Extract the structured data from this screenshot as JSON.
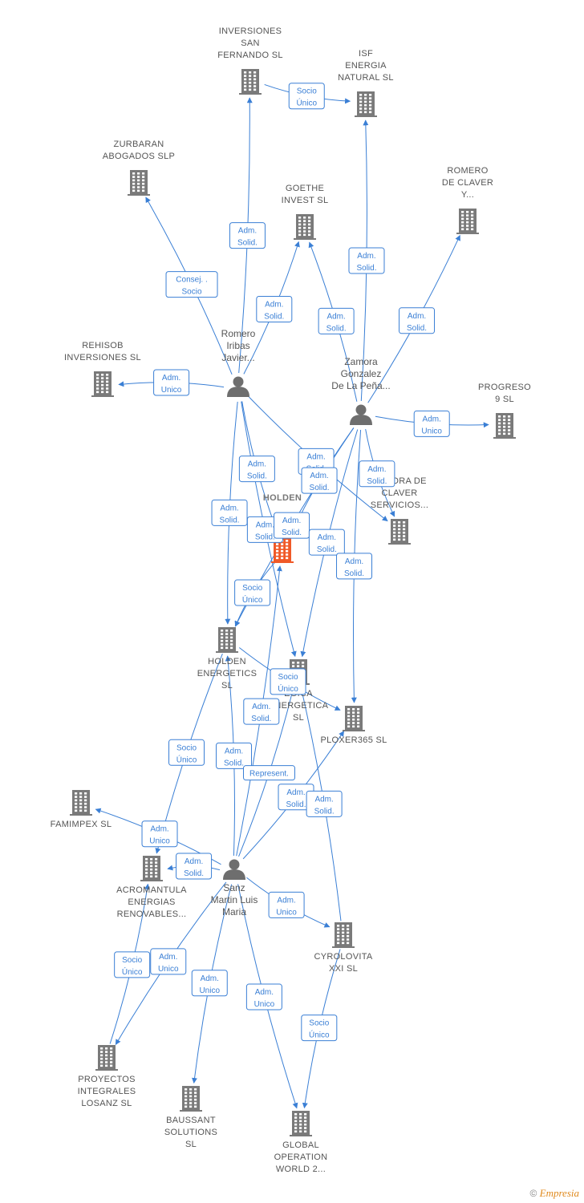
{
  "colors": {
    "edge": "#3a7fd5",
    "building": "#7a7a7a",
    "focus": "#f05a28",
    "person": "#6e6e6e"
  },
  "nodes": [
    {
      "id": "inv_san_fernando",
      "type": "company",
      "lines": [
        "INVERSIONES",
        "SAN",
        "FERNANDO SL"
      ]
    },
    {
      "id": "isf",
      "type": "company",
      "lines": [
        "ISF",
        "ENERGIA",
        "NATURAL  SL"
      ]
    },
    {
      "id": "zurbaran",
      "type": "company",
      "lines": [
        "ZURBARAN",
        "ABOGADOS  SLP"
      ]
    },
    {
      "id": "goethe",
      "type": "company",
      "lines": [
        "GOETHE",
        "INVEST  SL"
      ]
    },
    {
      "id": "romero_claver",
      "type": "company",
      "lines": [
        "ROMERO",
        "DE CLAVER",
        "Y..."
      ]
    },
    {
      "id": "rehisob",
      "type": "company",
      "lines": [
        "REHISOB",
        "INVERSIONES SL"
      ]
    },
    {
      "id": "romero_iribas",
      "type": "person",
      "lines": [
        "Romero",
        "Iribas",
        "Javier..."
      ]
    },
    {
      "id": "zamora",
      "type": "person",
      "lines": [
        "Zamora",
        "Gonzalez",
        "De La Peña..."
      ]
    },
    {
      "id": "progreso",
      "type": "company",
      "lines": [
        "PROGRESO",
        "9  SL"
      ]
    },
    {
      "id": "zamora_claver",
      "type": "company",
      "lines": [
        "ZAMORA DE",
        "CLAVER",
        "SERVICIOS..."
      ]
    },
    {
      "id": "holden_main",
      "type": "focus",
      "lines": [
        "HOLDEN"
      ]
    },
    {
      "id": "holden_energetics",
      "type": "company",
      "lines": [
        "HOLDEN",
        "ENERGETICS",
        "SL"
      ]
    },
    {
      "id": "egica",
      "type": "company",
      "lines": [
        "EGICA",
        "ENERGETICA",
        "SL"
      ]
    },
    {
      "id": "ploxer",
      "type": "company",
      "lines": [
        "PLOXER365  SL"
      ]
    },
    {
      "id": "famimpex",
      "type": "company",
      "lines": [
        "FAMIMPEX  SL"
      ]
    },
    {
      "id": "acromantula",
      "type": "company",
      "lines": [
        "ACROMANTULA",
        "ENERGIAS",
        "RENOVABLES..."
      ]
    },
    {
      "id": "sanz",
      "type": "person",
      "lines": [
        "Sanz",
        "Martin Luis",
        "Maria"
      ]
    },
    {
      "id": "cyrolovita",
      "type": "company",
      "lines": [
        "CYROLOVITA",
        "XXI  SL"
      ]
    },
    {
      "id": "proyectos",
      "type": "company",
      "lines": [
        "PROYECTOS",
        "INTEGRALES",
        "LOSANZ SL"
      ]
    },
    {
      "id": "baussant",
      "type": "company",
      "lines": [
        "BAUSSANT",
        "SOLUTIONS",
        "SL"
      ]
    },
    {
      "id": "global",
      "type": "company",
      "lines": [
        "GLOBAL",
        "OPERATION",
        "WORLD 2..."
      ]
    }
  ],
  "edges": [
    {
      "from": "inv_san_fernando",
      "to": "isf",
      "label": [
        "Socio",
        "Único"
      ]
    },
    {
      "from": "romero_iribas",
      "to": "inv_san_fernando",
      "label": [
        "Adm.",
        "Solid."
      ]
    },
    {
      "from": "romero_iribas",
      "to": "zurbaran",
      "label": [
        "Consej. .",
        "Socio"
      ]
    },
    {
      "from": "romero_iribas",
      "to": "goethe",
      "label": [
        "Adm.",
        "Solid."
      ]
    },
    {
      "from": "zamora",
      "to": "goethe",
      "label": [
        "Adm.",
        "Solid."
      ]
    },
    {
      "from": "zamora",
      "to": "isf",
      "label": [
        "Adm.",
        "Solid."
      ]
    },
    {
      "from": "zamora",
      "to": "romero_claver",
      "label": [
        "Adm.",
        "Solid."
      ]
    },
    {
      "from": "romero_iribas",
      "to": "rehisob",
      "label": [
        "Adm.",
        "Unico"
      ]
    },
    {
      "from": "zamora",
      "to": "progreso",
      "label": [
        "Adm.",
        "Unico"
      ]
    },
    {
      "from": "romero_iribas",
      "to": "holden_main",
      "label": [
        "Adm.",
        "Solid."
      ]
    },
    {
      "from": "romero_iribas",
      "to": "zamora_claver",
      "label": [
        "Adm.",
        "Solid."
      ]
    },
    {
      "from": "zamora",
      "to": "holden_main",
      "label": [
        "Adm.",
        "Solid."
      ]
    },
    {
      "from": "zamora",
      "to": "zamora_claver",
      "label": [
        "Adm.",
        "Solid."
      ]
    },
    {
      "from": "romero_iribas",
      "to": "holden_energetics",
      "label": [
        "Adm.",
        "Solid."
      ]
    },
    {
      "from": "romero_iribas",
      "to": "egica",
      "label": [
        "Adm.",
        "Solid."
      ]
    },
    {
      "from": "zamora",
      "to": "holden_energetics",
      "label": [
        "Adm.",
        "Solid."
      ]
    },
    {
      "from": "zamora",
      "to": "egica",
      "label": [
        "Adm.",
        "Solid."
      ]
    },
    {
      "from": "zamora",
      "to": "ploxer",
      "label": [
        "Adm.",
        "Solid."
      ]
    },
    {
      "from": "holden_main",
      "to": "holden_energetics",
      "label": [
        "Socio",
        "Único"
      ]
    },
    {
      "from": "holden_energetics",
      "to": "ploxer",
      "label": [
        "Socio",
        "Único"
      ]
    },
    {
      "from": "sanz",
      "to": "holden_energetics",
      "label": [
        "Adm.",
        "Solid."
      ]
    },
    {
      "from": "sanz",
      "to": "holden_main",
      "label": [
        "Adm.",
        "Solid."
      ]
    },
    {
      "from": "sanz",
      "to": "egica",
      "label": [
        "Represent.",
        ""
      ]
    },
    {
      "from": "sanz",
      "to": "ploxer",
      "label": [
        "Adm.",
        "Solid."
      ]
    },
    {
      "from": "sanz",
      "to": "famimpex",
      "label": [
        "Adm.",
        "Unico"
      ]
    },
    {
      "from": "holden_energetics",
      "to": "acromantula",
      "label": [
        "Socio",
        "Único"
      ]
    },
    {
      "from": "sanz",
      "to": "acromantula",
      "label": [
        "Adm.",
        "Solid."
      ]
    },
    {
      "from": "sanz",
      "to": "cyrolovita",
      "label": [
        "Adm.",
        "Unico"
      ]
    },
    {
      "from": "cyrolovita",
      "to": "egica",
      "label": [
        "Adm.",
        "Solid."
      ]
    },
    {
      "from": "sanz",
      "to": "proyectos",
      "label": [
        "Adm.",
        "Unico"
      ]
    },
    {
      "from": "proyectos",
      "to": "acromantula",
      "label": [
        "Socio",
        "Único"
      ]
    },
    {
      "from": "sanz",
      "to": "baussant",
      "label": [
        "Adm.",
        "Unico"
      ]
    },
    {
      "from": "sanz",
      "to": "global",
      "label": [
        "Adm.",
        "Unico"
      ]
    },
    {
      "from": "cyrolovita",
      "to": "global",
      "label": [
        "Socio",
        "Único"
      ]
    }
  ],
  "footer": {
    "copyright": "©",
    "brand": "Empresia"
  }
}
